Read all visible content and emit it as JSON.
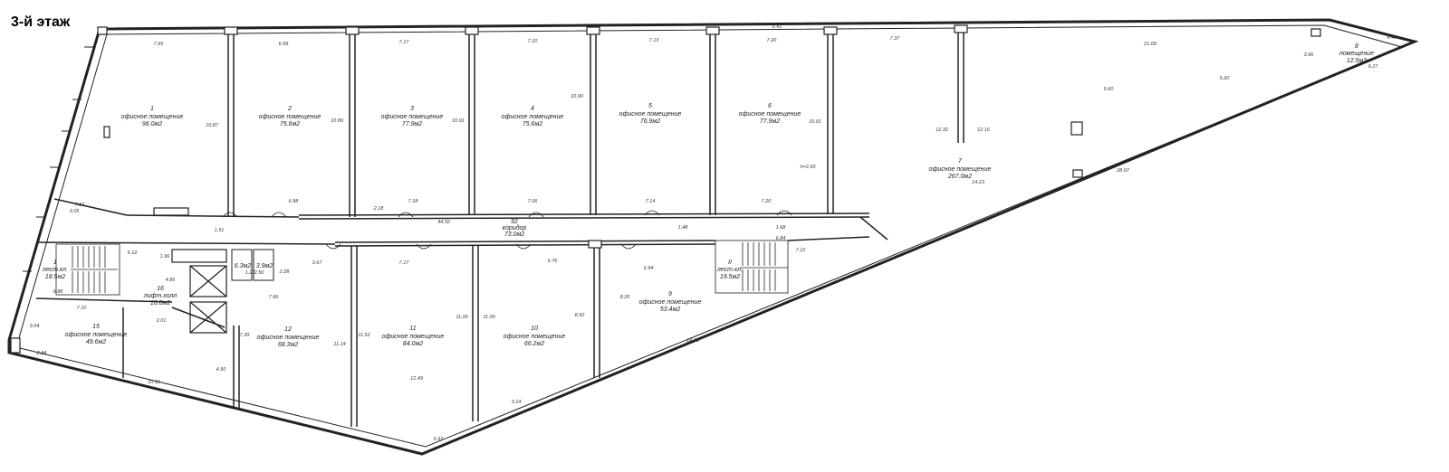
{
  "title": "3-й этаж",
  "rooms": [
    {
      "no": "1",
      "name": "офисное помещение",
      "area": "96.0м2"
    },
    {
      "no": "2",
      "name": "офисное помещение",
      "area": "75.6м2"
    },
    {
      "no": "3",
      "name": "офисное помещение",
      "area": "77.9м2"
    },
    {
      "no": "4",
      "name": "офисное помещение",
      "area": "75.6м2"
    },
    {
      "no": "5",
      "name": "офисное помещение",
      "area": "76.9м2"
    },
    {
      "no": "6",
      "name": "офисное помещение",
      "area": "77.9м2"
    },
    {
      "no": "7",
      "name": "офисное помещение",
      "area": "267.0м2"
    },
    {
      "no": "8",
      "name": "помещение",
      "area": "12.5м2"
    },
    {
      "no": "9",
      "name": "офисное помещение",
      "area": "53.4м2"
    },
    {
      "no": "10",
      "name": "офисное помещение",
      "area": "66.2м2"
    },
    {
      "no": "11",
      "name": "офисное помещение",
      "area": "84.0м2"
    },
    {
      "no": "12",
      "name": "офисное помещение",
      "area": "68.3м2"
    },
    {
      "no": "15",
      "name": "офисное помещение",
      "area": "49.6м2"
    },
    {
      "no": "16",
      "name": "лифт.холл",
      "area": "10.0м2"
    },
    {
      "no": "1",
      "name": "лест.кл.",
      "area": "18.5м2"
    },
    {
      "no": "II",
      "name": "лест.кл.",
      "area": "19.5м2"
    },
    {
      "no": "92",
      "name": "коридор",
      "area": "73.0м2"
    },
    {
      "no": "",
      "name": "",
      "area": "6.3м2"
    },
    {
      "no": "",
      "name": "",
      "area": "3.9м2"
    }
  ],
  "dimensions": [
    "7.65",
    "6.99",
    "7.17",
    "7.10",
    "7.13",
    "7.20",
    "7.37",
    "21.68",
    "4.40",
    "6.41",
    "10.87",
    "10.89",
    "10.91",
    "10.90",
    "10.91",
    "12.32",
    "12.16",
    "5.60",
    "5.60",
    "3.96",
    "7.84",
    "3.05",
    "6.98",
    "7.18",
    "7.06",
    "7.14",
    "7.20",
    "44.50",
    "28.07",
    "14.23",
    "7.17",
    "6.76",
    "6.94",
    "7.12",
    "7.66",
    "9.27",
    "3.67",
    "8.20",
    "8.50",
    "11.00",
    "11.00",
    "11.52",
    "11.14",
    "7.39",
    "6.12",
    "6.88",
    "7.10",
    "3.04",
    "6.84",
    "10.16",
    "6.97",
    "3.14",
    "14.31",
    "12.49",
    "4.50",
    "2.84",
    "1.96",
    "4.85",
    "2.01",
    "1.27",
    "2.50",
    "2.28",
    "1.51",
    "1.68",
    "1.48",
    "2.18",
    "h=2.93"
  ]
}
